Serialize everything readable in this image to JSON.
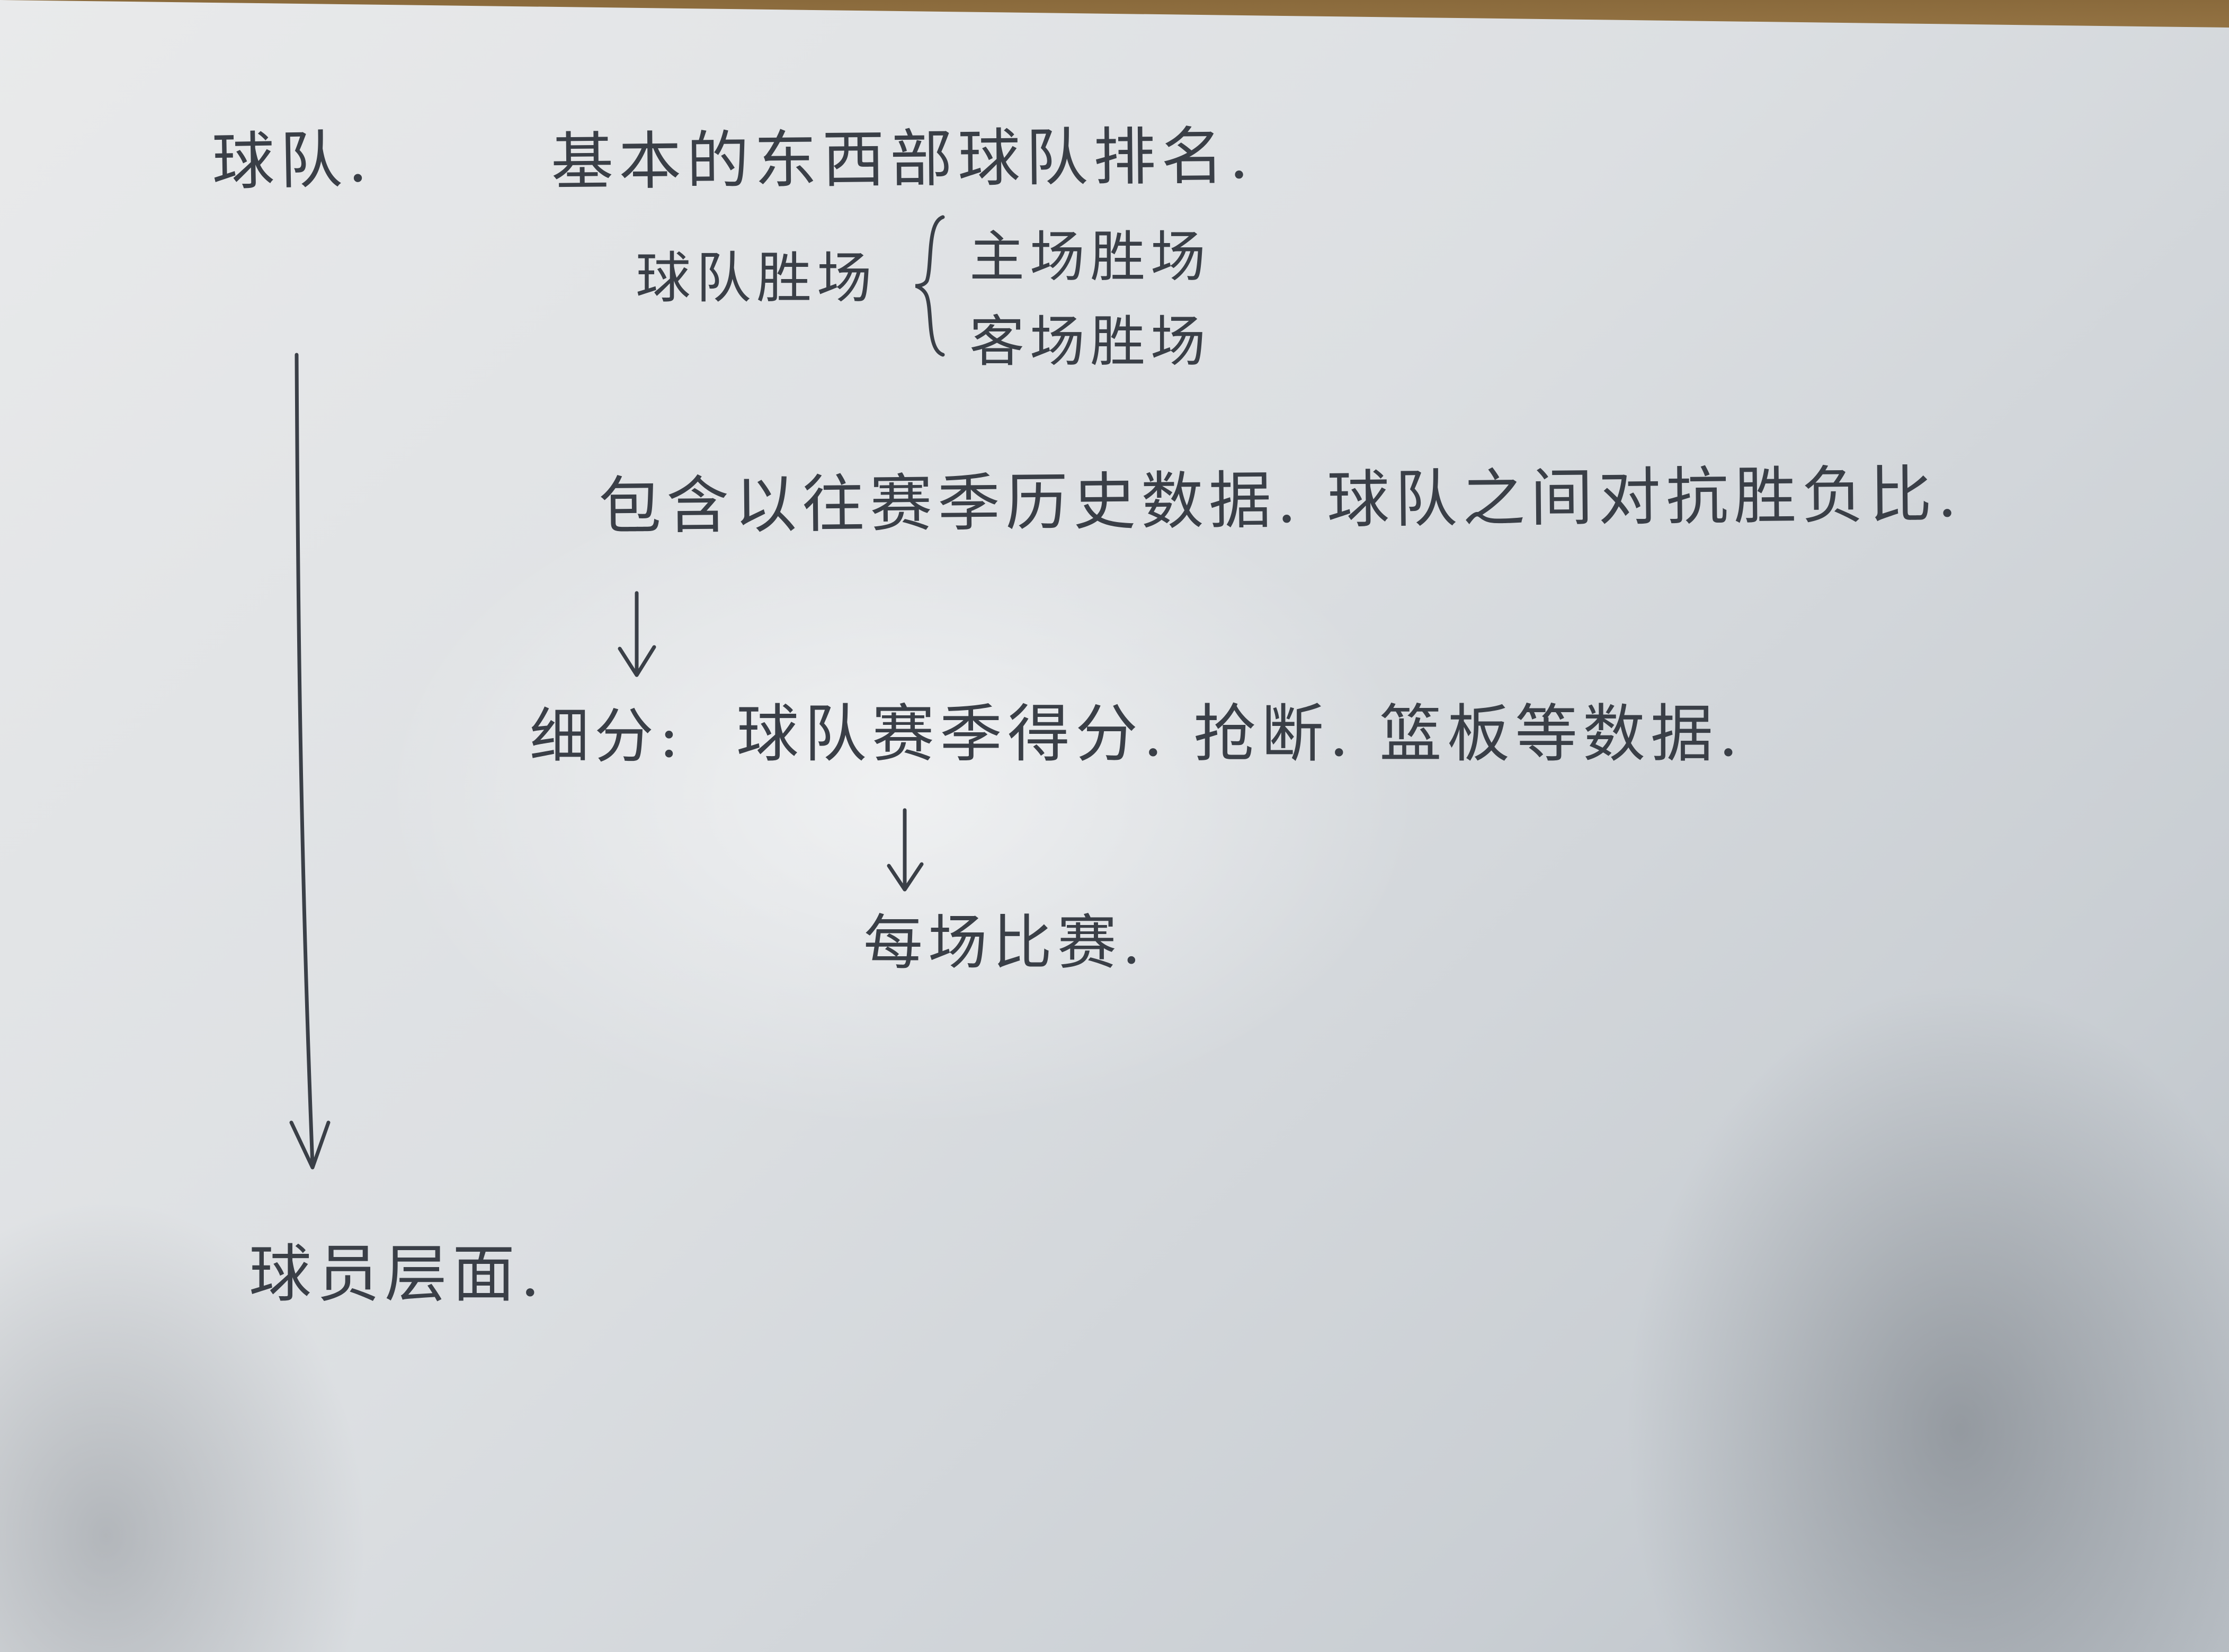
{
  "notes": {
    "team": "球队.",
    "rank": "基本的东西部球队排名.",
    "wins": "球队胜场",
    "home_wins": "主场胜场",
    "away_wins": "客场胜场",
    "history": "包含以往赛季历史数据. 球队之间对抗胜负比.",
    "detail_label": "细分:",
    "detail": "球队赛季得分. 抢断. 篮板等数据.",
    "per_match": "每场比赛.",
    "player_layer": "球员层面."
  },
  "colors": {
    "ink": "#3a3f47",
    "paper": "#dcdfe2",
    "desk": "#8a6a3c"
  }
}
